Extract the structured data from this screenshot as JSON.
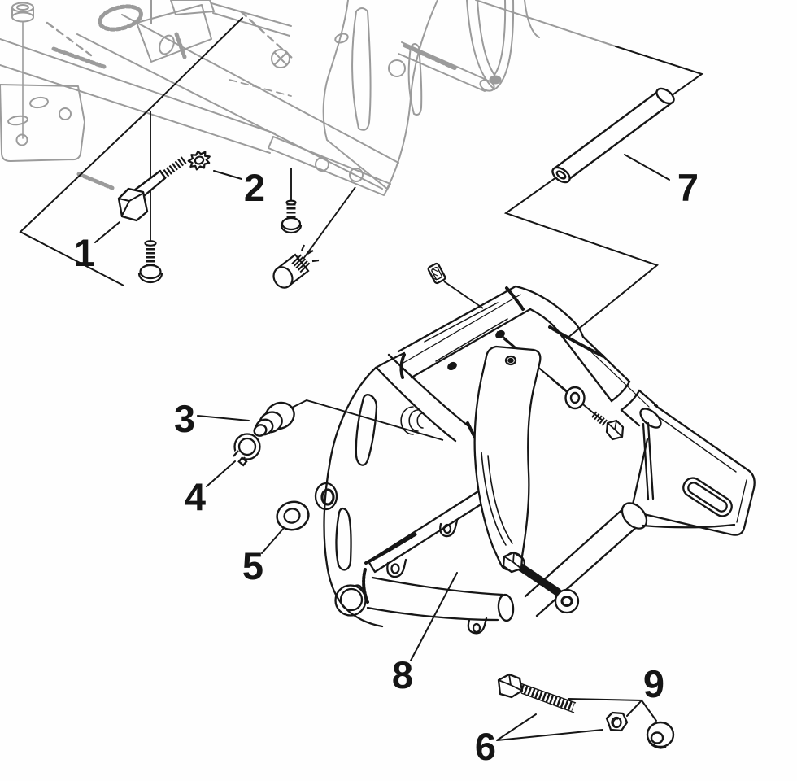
{
  "figure": {
    "colors": {
      "ink": "#161616",
      "faded_ink": "#9b9b9b",
      "background": "#fefefe"
    },
    "callouts": [
      {
        "label": "1"
      },
      {
        "label": "2"
      },
      {
        "label": "3"
      },
      {
        "label": "4"
      },
      {
        "label": "5"
      },
      {
        "label": "6"
      },
      {
        "label": "7"
      },
      {
        "label": "8"
      },
      {
        "label": "9"
      }
    ]
  }
}
